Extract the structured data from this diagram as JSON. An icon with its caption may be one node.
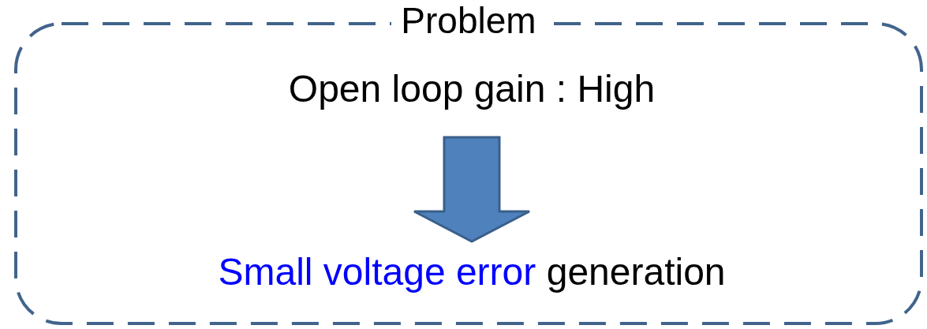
{
  "diagram": {
    "nodes": [
      {
        "text": [
          "Problem"
        ]
      },
      {
        "text": [
          "Open loop gain : High"
        ],
        "in": 0
      },
      {
        "text": [
          "Small voltage error",
          "generation"
        ],
        "in": 0
      }
    ],
    "edges": [
      {
        "from": 1,
        "to": 2,
        "arrow": "to"
      }
    ]
  }
}
